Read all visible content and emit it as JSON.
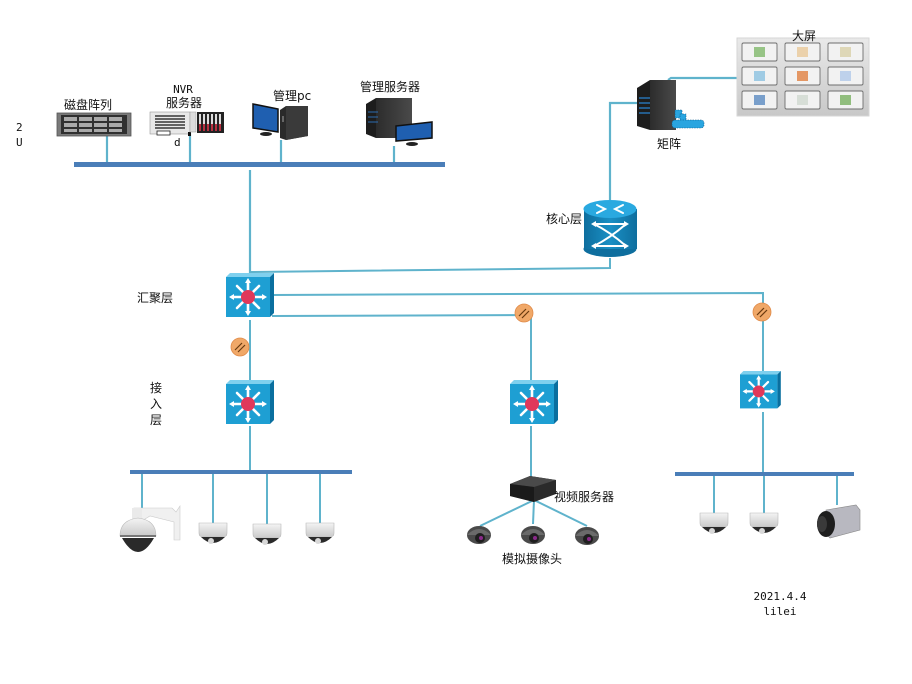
{
  "diagram": {
    "colors": {
      "bus": "#4a7eb8",
      "link": "#5fb3cc",
      "switch_face": "#1e9fd3",
      "switch_side": "#0a6f9f",
      "hub_center": "#e0385a",
      "firewall": "#f0a868",
      "router": "#1a86b8"
    },
    "top_row": {
      "disk_array_label": "磁盘阵列",
      "disk_array_side_note": [
        "2",
        "U"
      ],
      "nvr_label_line1": "NVR",
      "nvr_label_line2": "服务器",
      "nvr_sub_note": "d",
      "mgmt_pc_label": "管理pc",
      "mgmt_server_label": "管理服务器"
    },
    "display": {
      "big_screen_label": "大屏",
      "matrix_label": "矩阵",
      "tile_count": 9
    },
    "layers": {
      "core_label": "核心层",
      "aggregation_label": "汇聚层",
      "access_label_chars": [
        "接",
        "入",
        "层"
      ]
    },
    "branches": {
      "left": {
        "devices": [
          "ptz-dome-camera",
          "dome-camera",
          "dome-camera",
          "dome-camera"
        ]
      },
      "middle": {
        "video_server_label": "视频服务器",
        "analog_cameras_label": "模拟摄像头",
        "camera_count": 3
      },
      "right": {
        "devices": [
          "dome-camera",
          "dome-camera",
          "box-camera"
        ]
      }
    },
    "footer": {
      "date": "2021.4.4",
      "author": "lilei"
    }
  }
}
